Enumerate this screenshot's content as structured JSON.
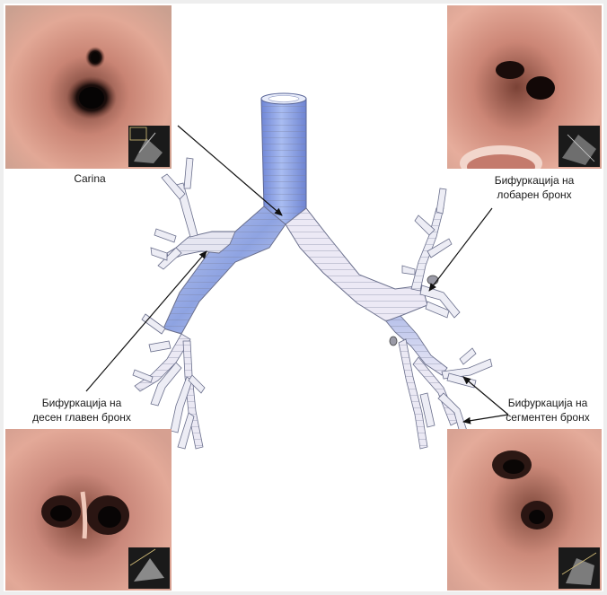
{
  "labels": {
    "carina": "Carina",
    "lobar_line1": "Бифуркација на",
    "lobar_line2": "лобарен бронх",
    "right_main_line1": "Бифуркација на",
    "right_main_line2": "десен главен бронх",
    "segmental_line1": "Бифуркација на",
    "segmental_line2": "сегментен бронх"
  },
  "colors": {
    "trachea": "#8fa6e6",
    "bronchi": "#ece8f4",
    "tissue": "#d89a88",
    "arrow": "#111111"
  }
}
